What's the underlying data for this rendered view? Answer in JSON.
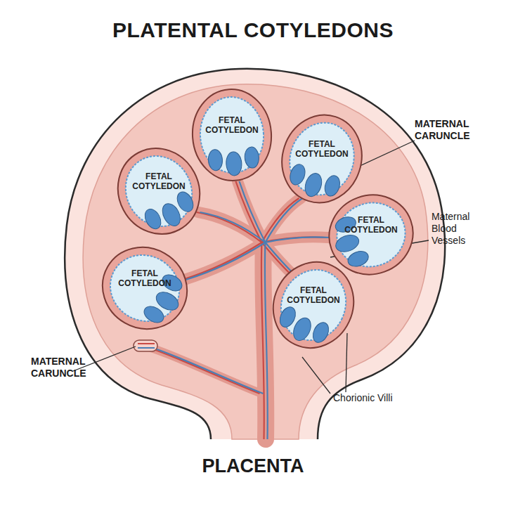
{
  "diagram": {
    "title": "PLATENTAL COTYLEDONS",
    "caption": "PLACENTA",
    "nodes": [
      {
        "text": [
          "FETAL COTYLEDON"
        ]
      },
      {
        "text": [
          "FETAL COTYLEDON"
        ]
      },
      {
        "text": [
          "FETAL COTYLEDON"
        ]
      },
      {
        "text": [
          "FETAL COTYLEDON"
        ]
      },
      {
        "text": [
          "FETAL COTYLEDON"
        ]
      },
      {
        "text": [
          "FETAL COTYLEDON"
        ]
      }
    ],
    "labels": [
      "MATERNAL CARUNCLE",
      "Maternal Blood Vessels",
      "MATERNAL CARUNCLE",
      "Chorionic Villi"
    ]
  }
}
